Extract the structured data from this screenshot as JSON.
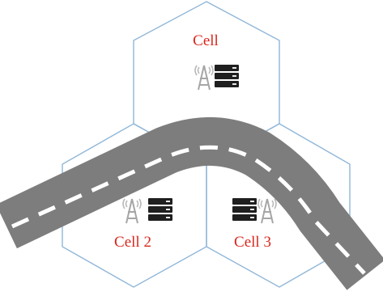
{
  "diagram": {
    "cells": [
      {
        "id": "cell-1",
        "label": "Cell"
      },
      {
        "id": "cell-2",
        "label": "Cell 2"
      },
      {
        "id": "cell-3",
        "label": "Cell 3"
      }
    ],
    "colors": {
      "label": "#d9261c",
      "hex_border": "#8fb6d8",
      "road": "#7d7d7d",
      "road_marking": "#ffffff",
      "server": "#1f1f1f",
      "antenna": "#a6a6a6"
    },
    "icons": [
      "antenna-tower-icon",
      "server-rack-icon"
    ]
  }
}
